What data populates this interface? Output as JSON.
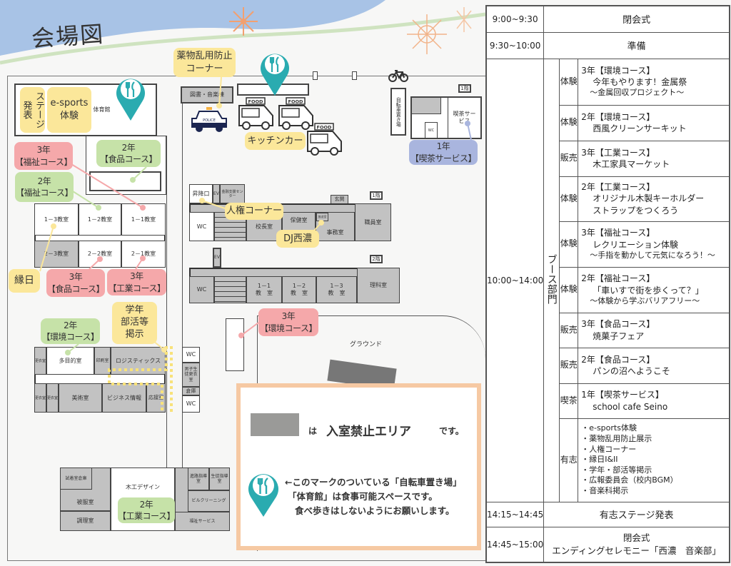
{
  "title": "会場図",
  "map": {
    "gym": {
      "name": "体育館",
      "stage": "ステージ発表",
      "esports": "e-sports体験"
    },
    "labels": {
      "fukushi3": [
        "3年",
        "【福祉コース】"
      ],
      "fukushi2": [
        "2年",
        "【福祉コース】"
      ],
      "shokuhin2": [
        "2年",
        "【食品コース】"
      ],
      "shokuhin3": [
        "3年",
        "【食品コース】"
      ],
      "kogyo3": [
        "3年",
        "【工業コース】"
      ],
      "ennichi": "縁日",
      "kankyo2": [
        "2年",
        "【環境コース】"
      ],
      "keiji": [
        "学年",
        "部活等",
        "掲示"
      ],
      "yakubutsu": [
        "薬物乱用防止",
        "コーナー"
      ],
      "kitchen": "キッチンカー",
      "kissa1": [
        "1年",
        "【喫茶サービス】"
      ],
      "jinken": "人権コーナー",
      "dj": "DJ西濃",
      "kankyo3": [
        "3年",
        "【環境コース】"
      ],
      "kogyo2": [
        "2年",
        "【工業コース】"
      ]
    },
    "rooms": {
      "c13": "1－3教室",
      "c12": "1－2教室",
      "c11": "1－1教室",
      "c23": "2－3教室",
      "c22": "2－2教室",
      "c21": "2－1教室",
      "kouishitsu": "更衣室",
      "tamokuteki": "多目的室",
      "insatsu": "印刷室",
      "logistics": "ロジスティックス",
      "bijutsu": "美術室",
      "business": "ビジネス情報",
      "osetsu": "応接室",
      "wc": "WC",
      "danshi": "男子生徒更衣室",
      "souko": "倉庫",
      "shichaku": "試着室倉庫",
      "hifuku": "被服室",
      "chouri": "調理室",
      "mokko": "木工デザイン",
      "shinro": "進路指導室",
      "seito": "生徒指導室",
      "building": "ビルクリーニング",
      "fukushi": "福祉サービス",
      "library": "図書・音楽棟",
      "bike": "自転車置き場",
      "kissa": "喫茶サービス",
      "floor1": "1階",
      "floor2": "2階",
      "shokoguchi": "昇降口",
      "ev": "EV",
      "kinyu": "金融支援センター",
      "genkan": "玄関",
      "kocho": "校長室",
      "hoken": "保健室",
      "jimu": "事務室",
      "shokuin": "職員室",
      "hoso": "放送室",
      "r11": [
        "1－1",
        "教　室"
      ],
      "r12": [
        "1－2",
        "教　室"
      ],
      "r13": [
        "1－3",
        "教　室"
      ],
      "rika": "理科室",
      "ground": "グラウンド"
    },
    "food_sign": "FOOD",
    "police": "POLICE"
  },
  "legend": {
    "prefix": "は",
    "forbidden": "入室禁止エリア",
    "suffix": "です。",
    "eat_lines": [
      "←このマークのついている「自転車置き場」",
      "「体育館」は食事可能スペースです。",
      "食べ歩きはしないようにお願いします。"
    ]
  },
  "schedule": {
    "rows": [
      {
        "time": "9:00~9:30",
        "event": "閉会式"
      },
      {
        "time": "9:30~10:00",
        "event": "準備"
      }
    ],
    "booth_time": "10:00~14:00",
    "booth_label": "ブース部門",
    "booths": [
      {
        "type": "体験",
        "lines": [
          "3年【環境コース】",
          "今年もやります！金属祭"
        ],
        "sub": "～金属回収プロジェクト～"
      },
      {
        "type": "体験",
        "lines": [
          "2年【環境コース】",
          "西風クリーンサーキット"
        ]
      },
      {
        "type": "販売",
        "lines": [
          "3年【工業コース】",
          "木工家具マーケット"
        ]
      },
      {
        "type": "体験",
        "lines": [
          "2年【工業コース】",
          "オリジナル木製キーホルダー",
          "ストラップをつくろう"
        ]
      },
      {
        "type": "体験",
        "lines": [
          "3年【福祉コース】",
          "レクリエーション体験"
        ],
        "sub": "～手指を動かして元気になろう！～"
      },
      {
        "type": "体験",
        "lines": [
          "2年【福祉コース】",
          "「車いすで街を歩くって？」"
        ],
        "sub": "～体験から学ぶバリアフリー～"
      },
      {
        "type": "販売",
        "lines": [
          "3年【食品コース】",
          "焼菓子フェア"
        ]
      },
      {
        "type": "販売",
        "lines": [
          "2年【食品コース】",
          "パンの沼へようこそ"
        ]
      },
      {
        "type": "喫茶",
        "lines": [
          "1年【喫茶サービス】",
          "school cafe Seino"
        ]
      }
    ],
    "volunteer": {
      "type": "有志",
      "items": [
        "・e-sports体験",
        "・薬物乱用防止展示",
        "・人権コーナー",
        "・縁日I&II",
        "・学年・部活等掲示",
        "・広報委員会（校内BGM）",
        "・音楽科掲示"
      ]
    },
    "stage": {
      "time": "14:15~14:45",
      "event": "有志ステージ発表"
    },
    "closing": {
      "time": "14:45~15:00",
      "event": "閉会式",
      "sub": "エンディングセレモニー「西濃　音楽部」"
    }
  },
  "colors": {
    "pink": "#f5a8aa",
    "green": "#c6e2a8",
    "yellow": "#fbe79a",
    "purple": "#a9b5de",
    "teal": "#2aabb0",
    "room_gray": "#c2c2c2",
    "legend_border": "#f6c9a3"
  }
}
